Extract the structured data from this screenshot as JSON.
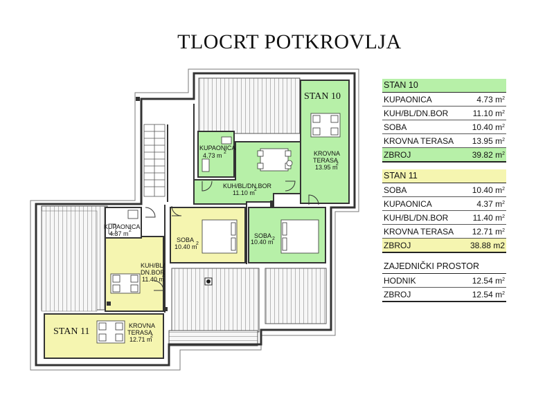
{
  "title": "TLOCRT POTKROVLJA",
  "colors": {
    "green": "#b7f0a8",
    "yellow": "#f5f5b0",
    "wall": "#3a3a3a",
    "roof": "#f3f3f3"
  },
  "plan": {
    "stan10_label": "STAN 10",
    "stan11_label": "STAN 11",
    "rooms": {
      "kup10": {
        "name": "KUPAONICA",
        "area": "4.73 m"
      },
      "kuh10": {
        "name": "KUH/BL/DN.BOR",
        "area": "11.10 m"
      },
      "ter10": {
        "name1": "KROVNA",
        "name2": "TERASA",
        "area": "13.95 m"
      },
      "soba10": {
        "name": "SOBA",
        "area": "10.40 m"
      },
      "kup11": {
        "name": "KUPAONICA",
        "area": "4.37 m"
      },
      "soba11": {
        "name": "SOBA",
        "area": "10.40 m"
      },
      "kuh11": {
        "name1": "KUH/BL/",
        "name2": "DN.BOR",
        "area": "11.40 m"
      },
      "ter11": {
        "name1": "KROVNA",
        "name2": "TERASA",
        "area": "12.71 m"
      }
    },
    "sup2": "2"
  },
  "legend": {
    "stan10": {
      "title": "STAN 10",
      "rows": [
        {
          "name": "KUPAONICA",
          "value": "4.73 m",
          "sup": "2"
        },
        {
          "name": "KUH/BL/DN.BOR",
          "value": "11.10 m",
          "sup": "2"
        },
        {
          "name": "SOBA",
          "value": "10.40 m",
          "sup": "2"
        },
        {
          "name": "KROVNA TERASA",
          "value": "13.95 m",
          "sup": "2"
        }
      ],
      "total": {
        "name": "ZBROJ",
        "value": "39.82 m",
        "sup": "2"
      }
    },
    "stan11": {
      "title": "STAN 11",
      "rows": [
        {
          "name": "SOBA",
          "value": "10.40 m",
          "sup": "2"
        },
        {
          "name": "KUPAONICA",
          "value": "4.37 m",
          "sup": "2"
        },
        {
          "name": "KUH/BL/DN.BOR",
          "value": "11.40 m",
          "sup": "2"
        },
        {
          "name": "KROVNA TERASA",
          "value": "12.71 m",
          "sup": "2"
        }
      ],
      "total": {
        "name": "ZBROJ",
        "value": "38.88 m2",
        "sup": ""
      }
    },
    "common": {
      "title": "ZAJEDNIČKI PROSTOR",
      "rows": [
        {
          "name": "HODNIK",
          "value": "12.54 m",
          "sup": "2"
        }
      ],
      "total": {
        "name": "ZBROJ",
        "value": "12.54 m",
        "sup": "2"
      }
    }
  }
}
